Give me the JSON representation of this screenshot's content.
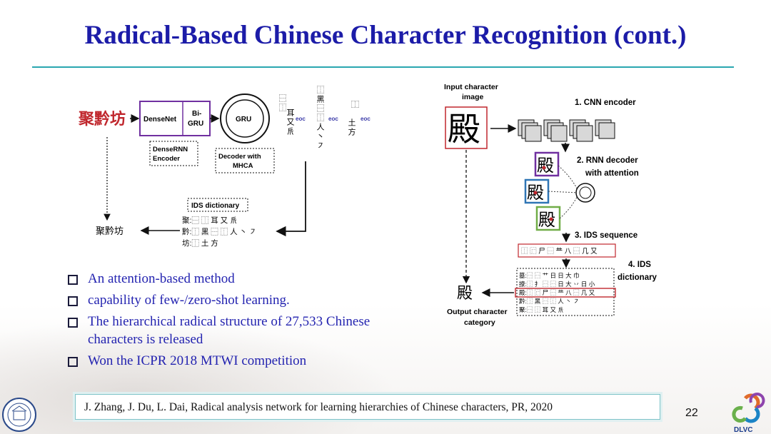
{
  "title": "Radical-Based Chinese Character Recognition (cont.)",
  "left_diagram": {
    "input_chars": "聚黔坊",
    "densenet": "DenseNet",
    "bigru_1": "Bi-",
    "bigru_2": "GRU",
    "encoder_1": "DenseRNN",
    "encoder_2": "Encoder",
    "gru": "GRU",
    "decoder_1": "Decoder with",
    "decoder_2": "MHCA",
    "seq1_col1": "⿱⿰",
    "seq1_col2": "耳又𠂢",
    "seq2_col": "⿰黑⿱⿰人丶㇇",
    "seq3_col1": "⿰",
    "seq3_col2": "土方",
    "eoc": "eoc",
    "ids_dict": "IDS dictionary",
    "dict_line1": "聚:⿱ ⿰ 耳 又 𠂢",
    "dict_line2": "黔:⿰ 黑 ⿱ ⿰ 人 丶 ㇇",
    "dict_line3": "坊:⿰ 土 方",
    "output_chars": "聚黔坊"
  },
  "right_diagram": {
    "input_label_1": "Input character",
    "input_label_2": "image",
    "input_char": "殿",
    "step1": "1. CNN encoder",
    "step2_1": "2. RNN decoder",
    "step2_2": "with attention",
    "attn_char": "殿",
    "step3": "3. IDS sequence",
    "ids_seq": "⿰ ⿸ 尸 ⿱ 龷 八 ⿱ 几 又",
    "step4_1": "4. IDS",
    "step4_2": "dictionary",
    "dict_rows": [
      "墓:⿱ ⿱ 艹 日 日 大 巾",
      "撩:⿰ 扌 ⿱ ⿱ 日 大 丷 日 小",
      "殿:⿰ ⿸ 尸 ⿱ 龷 八 ⿱ 几 又",
      "黔:⿰ 黑 ⿱ ⿰ 人 丶 ㇇",
      "聚:⿱ ⿰ 耳 又 𠂢"
    ],
    "output_char": "殿",
    "output_label_1": "Output character",
    "output_label_2": "category"
  },
  "bullets": [
    "An attention-based method",
    "capability of few-/zero-shot learning.",
    "The hierarchical radical structure of 27,533 Chinese characters is released",
    "Won the ICPR  2018 MTWI competition"
  ],
  "citation": "J. Zhang, J. Du, L. Dai, Radical analysis network for learning hierarchies of Chinese characters, PR, 2020",
  "page_number": "22",
  "logo_right_text": "DLVC",
  "colors": {
    "title": "#1c1ca8",
    "rule": "#2aa7b0",
    "bullet_text": "#2323b0",
    "red_text": "#c0272d",
    "purple_box": "#7030a0"
  }
}
